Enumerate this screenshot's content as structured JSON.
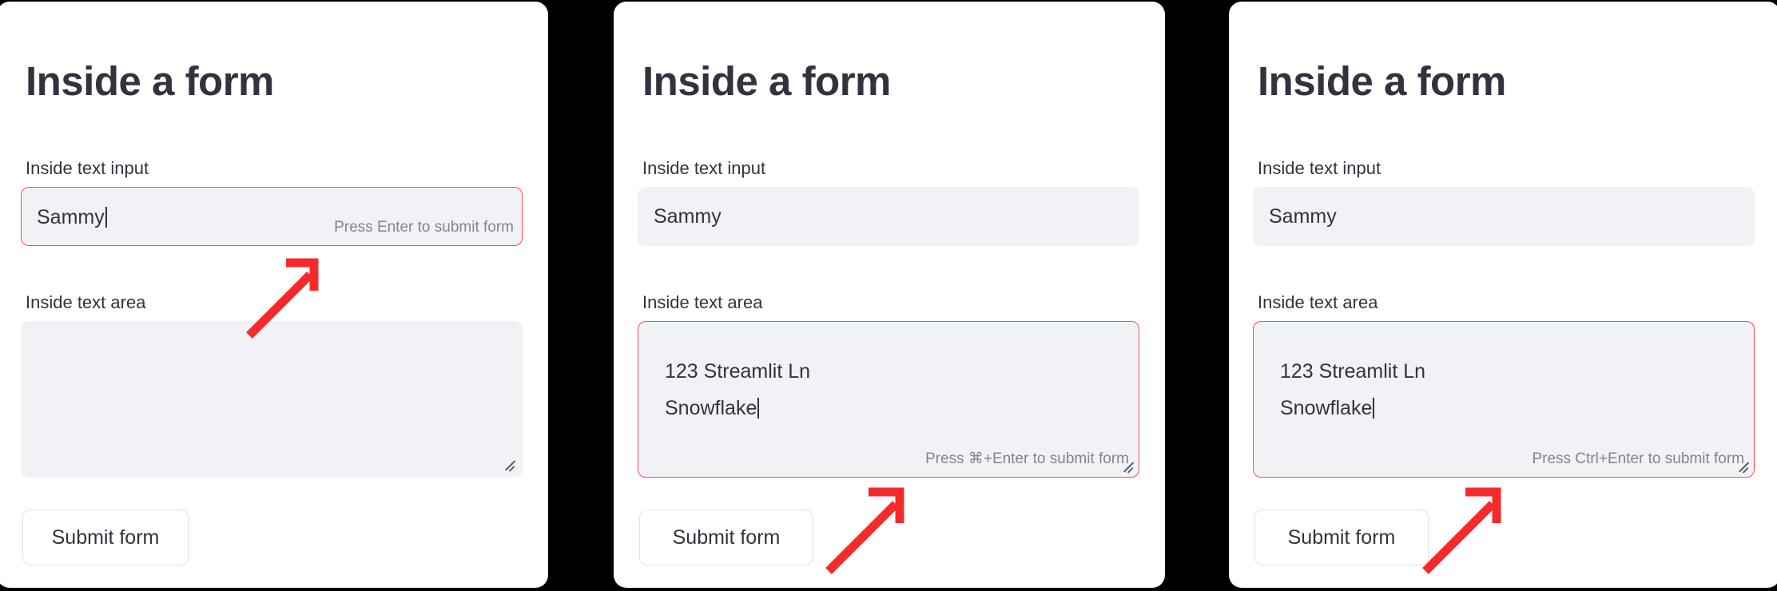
{
  "background_color": "#000000",
  "theme": {
    "card_bg": "#ffffff",
    "widget_bg": "#f0f2f6",
    "text_color": "#31333e",
    "hint_color": "#808495",
    "accent_red": "#ff4b4b",
    "annotation_red": "#f52b2b",
    "button_border": "#e0e2e8"
  },
  "panels": [
    {
      "id": "panel-text-input-focused",
      "title": "Inside a form",
      "text_input": {
        "label": "Inside text input",
        "value": "Sammy",
        "focused": true,
        "show_caret": true,
        "hint": "Press Enter to submit form"
      },
      "text_area": {
        "label": "Inside text area",
        "lines": [],
        "focused": false,
        "show_caret": false,
        "hint": "",
        "resize_handle_icon": "resize-handle-icon"
      },
      "submit_button": "Submit form",
      "annotation": {
        "icon": "arrow-up-right-icon",
        "points_at": "text-input-hint"
      }
    },
    {
      "id": "panel-text-area-focused-mac",
      "title": "Inside a form",
      "text_input": {
        "label": "Inside text input",
        "value": "Sammy",
        "focused": false,
        "show_caret": false,
        "hint": ""
      },
      "text_area": {
        "label": "Inside text area",
        "lines": [
          "123 Streamlit Ln",
          "Snowflake"
        ],
        "focused": true,
        "show_caret": true,
        "hint": "Press ⌘+Enter to submit form",
        "resize_handle_icon": "resize-handle-icon"
      },
      "submit_button": "Submit form",
      "annotation": {
        "icon": "arrow-up-right-icon",
        "points_at": "text-area-hint"
      }
    },
    {
      "id": "panel-text-area-focused-windows",
      "title": "Inside a form",
      "text_input": {
        "label": "Inside text input",
        "value": "Sammy",
        "focused": false,
        "show_caret": false,
        "hint": ""
      },
      "text_area": {
        "label": "Inside text area",
        "lines": [
          "123 Streamlit Ln",
          "Snowflake"
        ],
        "focused": true,
        "show_caret": true,
        "hint": "Press Ctrl+Enter to submit form",
        "resize_handle_icon": "resize-handle-icon"
      },
      "submit_button": "Submit form",
      "annotation": {
        "icon": "arrow-up-right-icon",
        "points_at": "text-area-hint"
      }
    }
  ]
}
